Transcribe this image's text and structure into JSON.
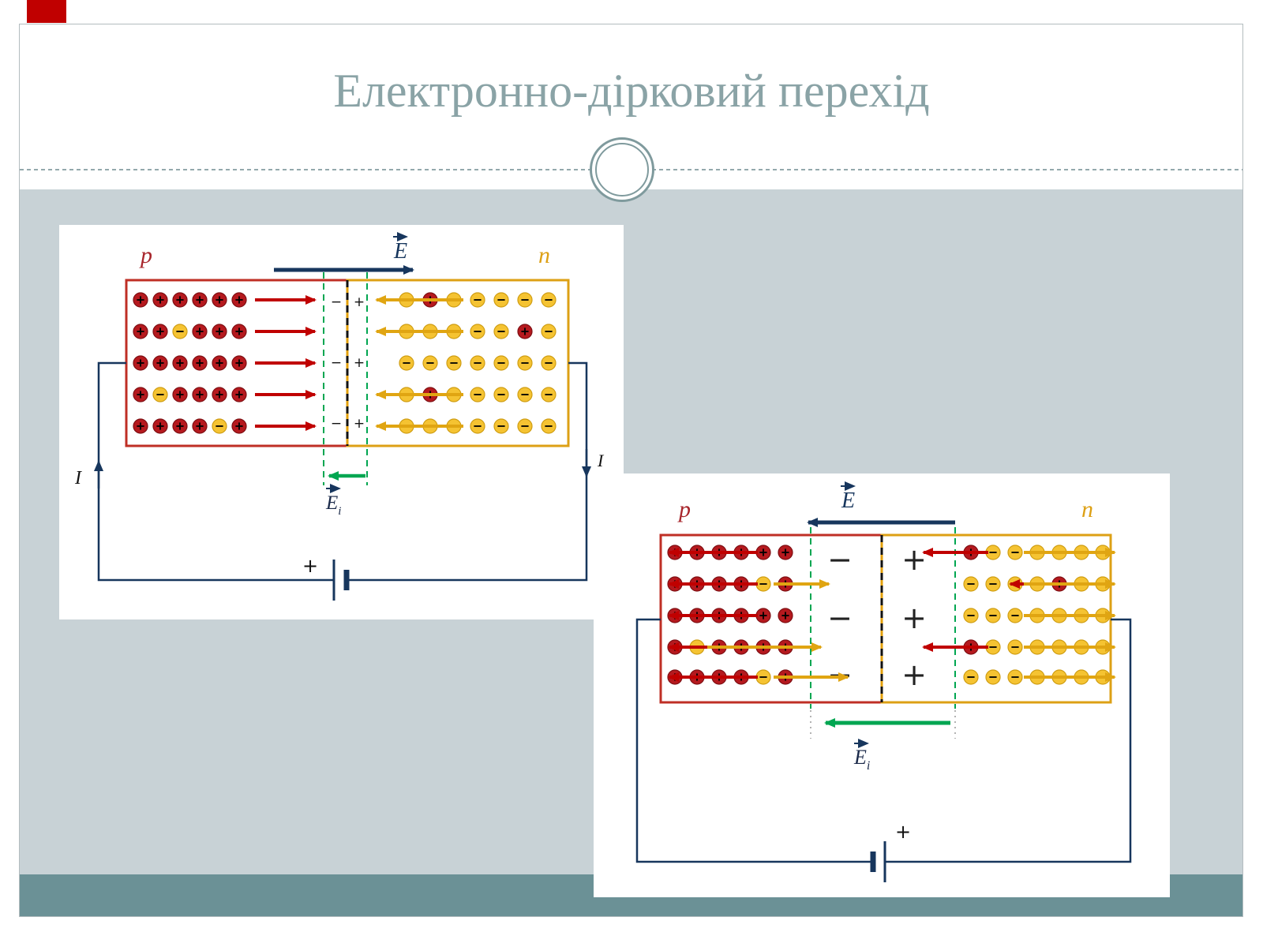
{
  "slide": {
    "title": "Електронно-дірковий перехід",
    "colors": {
      "accent_tab": "#c00000",
      "title_text": "#8aa3a6",
      "lower_background": "#c8d2d6",
      "footer_bar": "#6b9196",
      "p_region_border": "#bf2f25",
      "n_region_border": "#dda015",
      "hole_fill": "#b5191e",
      "electron_fill": "#f5c332",
      "external_field": "#17365d",
      "internal_field": "#00a651"
    }
  },
  "labels": {
    "p": "p",
    "n": "n",
    "field": "E",
    "field_sub": "i",
    "current": "I",
    "plus": "+",
    "minus": "−"
  }
}
